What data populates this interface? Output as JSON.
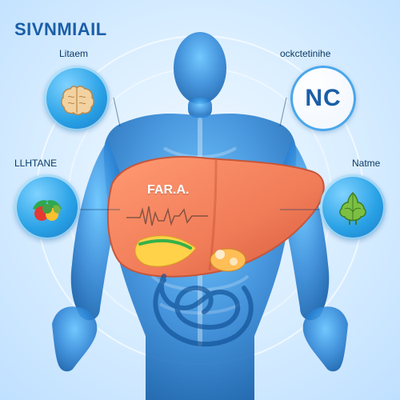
{
  "title": "SIVNMIAIL",
  "labels": {
    "top_left": "Litaem",
    "top_right": "ockctetinihe",
    "mid_left": "LLHTANE",
    "mid_right": "Natme"
  },
  "nc_badge": "NC",
  "organ_label": "FAR.A.",
  "icons": {
    "brain": "brain-icon",
    "vegetables": "vegetables-icon",
    "artichoke": "artichoke-icon"
  },
  "colors": {
    "title": "#1b5ea8",
    "body": "#2b84d6",
    "liver": "#f07b57",
    "gallbladder": "#ffd24a"
  }
}
